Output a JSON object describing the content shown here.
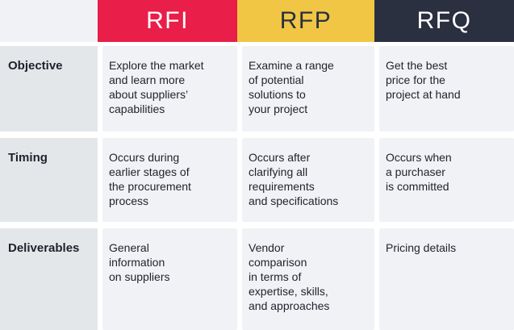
{
  "palette": {
    "rfi": "#E91E49",
    "rfp": "#F1C644",
    "rfq": "#2B3040",
    "label_bg": "#E4E7EA",
    "cell_bg": "#F0F2F5",
    "text": "#1F222B"
  },
  "chart_data": {
    "type": "table",
    "title": "",
    "columns": [
      "RFI",
      "RFP",
      "RFQ"
    ],
    "row_headers": [
      "Objective",
      "Timing",
      "Deliverables"
    ],
    "rows": [
      [
        "Explore the market\nand learn more\nabout suppliers’\ncapabilities",
        "Examine a range\nof potential\nsolutions to\nyour project",
        "Get the best\nprice for the\nproject at hand"
      ],
      [
        "Occurs during\nearlier stages of\nthe procurement\nprocess",
        "Occurs after\nclarifying all\nrequirements\nand specifications",
        "Occurs when\na purchaser\nis committed"
      ],
      [
        "General\ninformation\non suppliers",
        "Vendor\ncomparison\nin terms of\nexpertise, skills,\nand approaches",
        "Pricing details"
      ]
    ]
  }
}
